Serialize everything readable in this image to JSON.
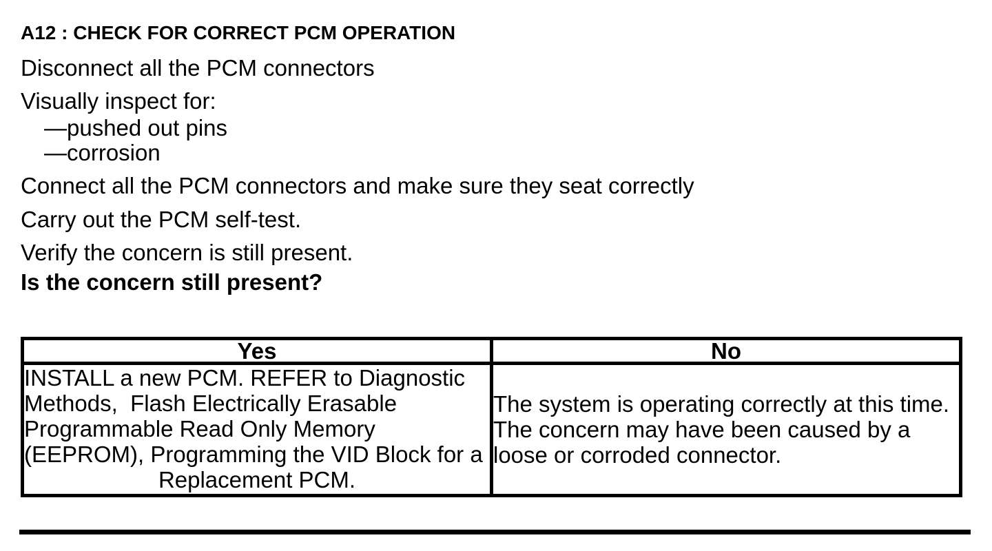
{
  "document": {
    "heading": "A12 : CHECK FOR CORRECT PCM OPERATION",
    "steps": {
      "disconnect": "Disconnect all the PCM connectors",
      "inspect_label": "Visually inspect for:",
      "inspect_items": [
        "—pushed out pins",
        "—corrosion"
      ],
      "connect": "Connect all the PCM connectors and make sure they seat correctly",
      "self_test": "Carry out the PCM self-test.",
      "verify": "Verify the concern is still present.",
      "question": "Is the concern still present?"
    },
    "results_table": {
      "yes_header": "Yes",
      "no_header": "No",
      "yes_lines": [
        "INSTALL a new PCM. REFER to Diagnostic",
        "Methods,  Flash Electrically Erasable",
        "Programmable Read Only Memory",
        "(EEPROM), Programming the VID Block for a",
        "Replacement PCM."
      ],
      "no_lines": [
        "The system is operating correctly at this time.",
        "The concern may have been caused by a",
        "loose or corroded connector."
      ]
    },
    "colors": {
      "text": "#000000",
      "background": "#ffffff",
      "border": "#000000"
    }
  }
}
